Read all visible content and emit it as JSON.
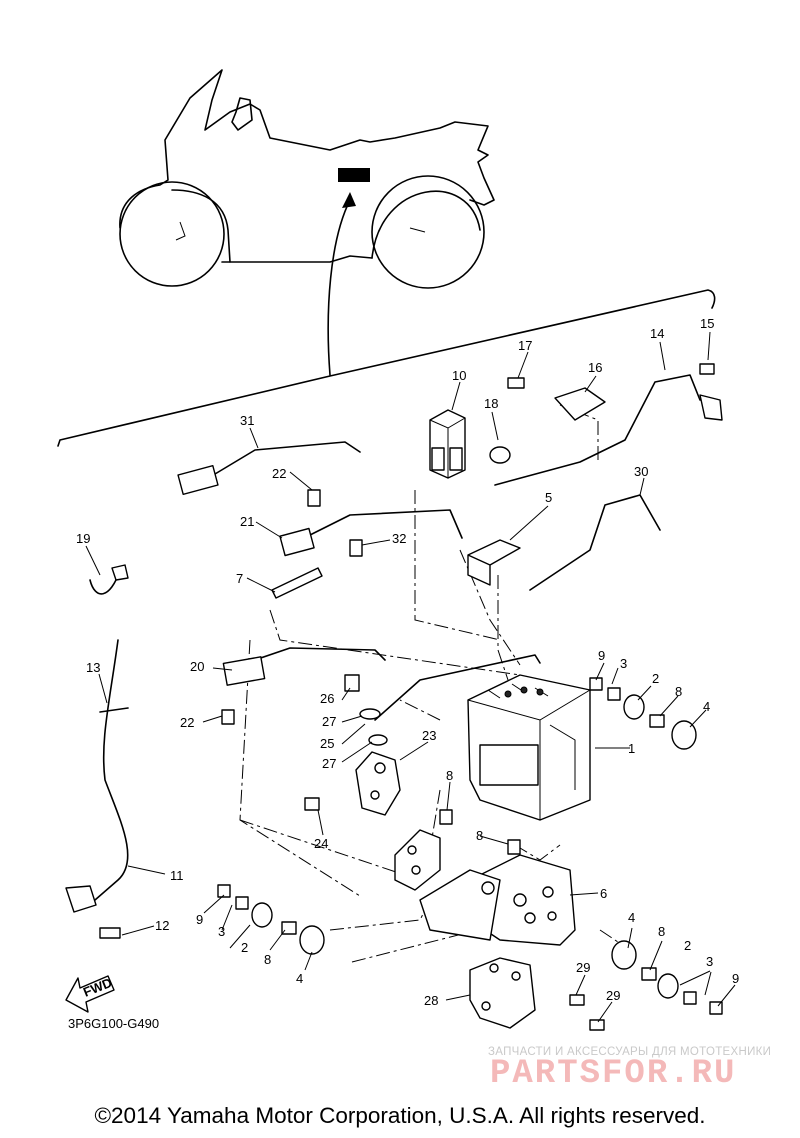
{
  "diagram": {
    "drawing_code": "3P6G100-G490",
    "fwd_label": "FWD",
    "copyright": "©2014 Yamaha Motor Corporation, U.S.A. All rights reserved.",
    "watermark": {
      "caption": "ЗАПЧАСТИ И АКСЕССУАРЫ ДЛЯ МОТОТЕХНИКИ",
      "logo": "PARTSFOR.RU"
    },
    "callouts": [
      {
        "id": "c1",
        "label": "1"
      },
      {
        "id": "c2a",
        "label": "2"
      },
      {
        "id": "c2b",
        "label": "2"
      },
      {
        "id": "c2c",
        "label": "2"
      },
      {
        "id": "c3a",
        "label": "3"
      },
      {
        "id": "c3b",
        "label": "3"
      },
      {
        "id": "c3c",
        "label": "3"
      },
      {
        "id": "c4a",
        "label": "4"
      },
      {
        "id": "c4b",
        "label": "4"
      },
      {
        "id": "c4c",
        "label": "4"
      },
      {
        "id": "c5",
        "label": "5"
      },
      {
        "id": "c6",
        "label": "6"
      },
      {
        "id": "c7",
        "label": "7"
      },
      {
        "id": "c8a",
        "label": "8"
      },
      {
        "id": "c8b",
        "label": "8"
      },
      {
        "id": "c8c",
        "label": "8"
      },
      {
        "id": "c8d",
        "label": "8"
      },
      {
        "id": "c8e",
        "label": "8"
      },
      {
        "id": "c9a",
        "label": "9"
      },
      {
        "id": "c9b",
        "label": "9"
      },
      {
        "id": "c9c",
        "label": "9"
      },
      {
        "id": "c10",
        "label": "10"
      },
      {
        "id": "c11",
        "label": "11"
      },
      {
        "id": "c12",
        "label": "12"
      },
      {
        "id": "c13",
        "label": "13"
      },
      {
        "id": "c14",
        "label": "14"
      },
      {
        "id": "c15",
        "label": "15"
      },
      {
        "id": "c16",
        "label": "16"
      },
      {
        "id": "c17",
        "label": "17"
      },
      {
        "id": "c18",
        "label": "18"
      },
      {
        "id": "c19",
        "label": "19"
      },
      {
        "id": "c20",
        "label": "20"
      },
      {
        "id": "c21",
        "label": "21"
      },
      {
        "id": "c22a",
        "label": "22"
      },
      {
        "id": "c22b",
        "label": "22"
      },
      {
        "id": "c23",
        "label": "23"
      },
      {
        "id": "c24",
        "label": "24"
      },
      {
        "id": "c25",
        "label": "25"
      },
      {
        "id": "c26",
        "label": "26"
      },
      {
        "id": "c27a",
        "label": "27"
      },
      {
        "id": "c27b",
        "label": "27"
      },
      {
        "id": "c28",
        "label": "28"
      },
      {
        "id": "c29a",
        "label": "29"
      },
      {
        "id": "c29b",
        "label": "29"
      },
      {
        "id": "c30",
        "label": "30"
      },
      {
        "id": "c31",
        "label": "31"
      },
      {
        "id": "c32",
        "label": "32"
      }
    ]
  }
}
